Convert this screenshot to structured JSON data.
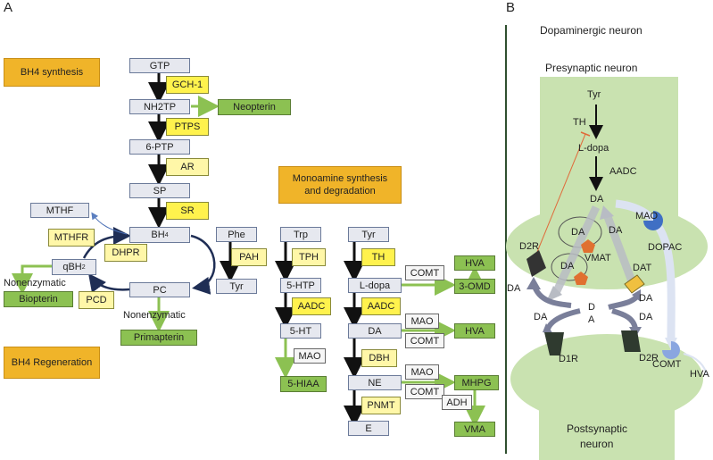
{
  "panel_a": {
    "label": "A",
    "bh4_synthesis": "BH4 synthesis",
    "bh4_regeneration": "BH4 Regeneration",
    "monoamine": [
      "Monoamine synthesis",
      "and degradation"
    ],
    "pterin": {
      "gtp": "GTP",
      "gch1": "GCH-1",
      "nh2tp": "NH2TP",
      "neopterin": "Neopterin",
      "ptps": "PTPS",
      "ptp6": "6-PTP",
      "ar": "AR",
      "sp": "SP",
      "sr": "SR",
      "bh4": "BH",
      "bh4_sub": "4",
      "mthf": "MTHF",
      "mthfr": "MTHFR",
      "dhpr": "DHPR",
      "qbh2": "qBH",
      "qbh2_sub": "2",
      "nonenzymatic_left": "Nonenzymatic",
      "biopterin": "Biopterin",
      "pcd": "PCD",
      "pc": "PC",
      "nonenzymatic_right": "Nonenzymatic",
      "primapterin": "Primapterin"
    },
    "phe_col": {
      "phe": "Phe",
      "pah": "PAH",
      "tyr": "Tyr"
    },
    "trp_col": {
      "trp": "Trp",
      "tph": "TPH",
      "htp": "5-HTP",
      "aadc": "AADC",
      "ht": "5-HT",
      "mao": "MAO",
      "hiaa": "5-HIAA"
    },
    "tyr_col": {
      "tyr": "Tyr",
      "th": "TH",
      "ldopa": "L-dopa",
      "comt1": "COMT",
      "hva1": "HVA",
      "omd": "3-OMD",
      "aadc": "AADC",
      "da": "DA",
      "mao1": "MAO",
      "comt2": "COMT",
      "hva2": "HVA",
      "dbh": "DBH",
      "ne": "NE",
      "mao2": "MAO",
      "comt3": "COMT",
      "mhpg": "MHPG",
      "adh": "ADH",
      "pnmt": "PNMT",
      "vma": "VMA",
      "e": "E"
    }
  },
  "panel_b": {
    "label": "B",
    "title": "Dopaminergic neuron",
    "presynaptic": "Presynaptic neuron",
    "postsynaptic": [
      "Postsynaptic",
      "neuron"
    ],
    "tyr": "Tyr",
    "th": "TH",
    "ldopa": "L-dopa",
    "aadc": "AADC",
    "da_top": "DA",
    "mao": "MAO",
    "dopac": "DOPAC",
    "da_vesicle1": "DA",
    "da_right_arrow": "DA",
    "da_vesicle2": "DA",
    "vmat": "VMAT",
    "dat": "DAT",
    "d2r_pre": "D2R",
    "da_left": "DA",
    "da_left2": "DA",
    "da_center_d": "D",
    "da_center_a": "A",
    "da_right1": "DA",
    "da_right2": "DA",
    "d1r": "D1R",
    "d2r_post": "D2R",
    "comt": "COMT",
    "hva": "HVA"
  },
  "colors": {
    "yellow": "#fff24d",
    "light_yellow": "#fff7a8",
    "green": "#8cc152",
    "orange": "#f0b429",
    "gray": "#e6e8ef",
    "neuron": "#c9e2b0",
    "arrow_green": "#8cc152",
    "mao_blue": "#3f6fc4"
  }
}
